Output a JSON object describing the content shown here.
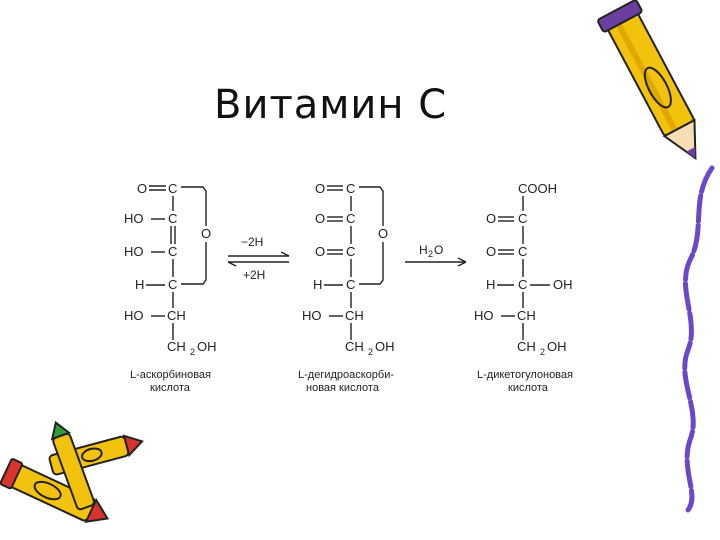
{
  "slide": {
    "title": "Витамин С"
  },
  "reaction": {
    "arrow1_top": "−2H",
    "arrow1_bottom": "+2H",
    "arrow2_label": "H",
    "arrow2_sub": "2",
    "arrow2_tail": "O"
  },
  "compounds": [
    {
      "caption_line1": "L-аскорбиновая",
      "caption_line2": "кислота"
    },
    {
      "caption_line1": "L-дегидроаскорби-",
      "caption_line2": "новая кислота"
    },
    {
      "caption_line1": "L-дикетогулоновая",
      "caption_line2": "кислота"
    }
  ],
  "atoms": {
    "O": "O",
    "C": "C",
    "HO": "HO",
    "H": "H",
    "CH": "CH",
    "CH2": "CH",
    "two": "2",
    "OH": "OH",
    "COOH": "COOH"
  },
  "colors": {
    "pencil_yellow": "#f2c20c",
    "pencil_purple": "#6b3fa0",
    "border_purple": "#6b47c9",
    "crayon_red": "#d9342b",
    "crayon_green": "#2f9e3a"
  }
}
